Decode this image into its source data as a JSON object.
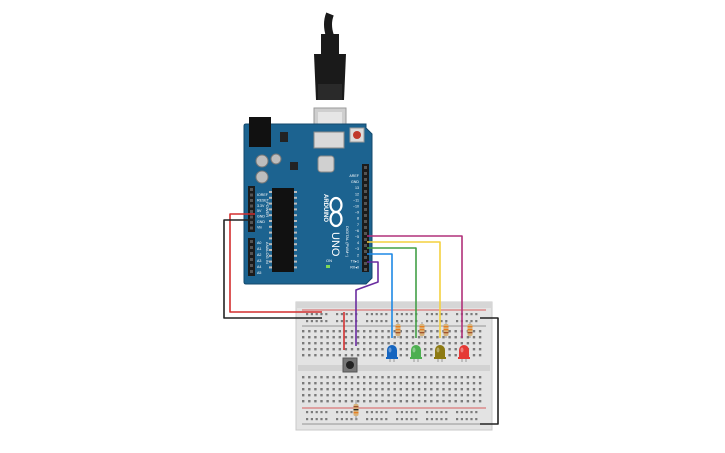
{
  "board": {
    "brand": "ARDUINO",
    "model": "UNO",
    "digital_header": "DIGITAL (PWM~)",
    "analog_header": "ANALOG IN",
    "power_header": "POWER",
    "on_label": "ON",
    "digital_pins": [
      "AREF",
      "GND",
      "13",
      "12",
      "~11",
      "~10",
      "~9",
      "8",
      "7",
      "~6",
      "~5",
      "4",
      "~3",
      "2",
      "TX▸1",
      "RX◂0"
    ],
    "power_pins": [
      "IOREF",
      "RESET",
      "3.3V",
      "5V",
      "GND",
      "GND",
      "Vin"
    ],
    "analog_pins": [
      "A0",
      "A1",
      "A2",
      "A3",
      "A4",
      "A5"
    ]
  },
  "wire_colors": {
    "five_volt": "#d32f2f",
    "ground": "#222222",
    "blue": "#1e88e5",
    "green": "#43a047",
    "yellow": "#f4d03f",
    "magenta": "#b0307a",
    "purple": "#6a2ca0"
  },
  "led_colors": [
    "#1565c0",
    "#4caf50",
    "#8d7a12",
    "#e53935"
  ],
  "board_color": "#1c6390"
}
